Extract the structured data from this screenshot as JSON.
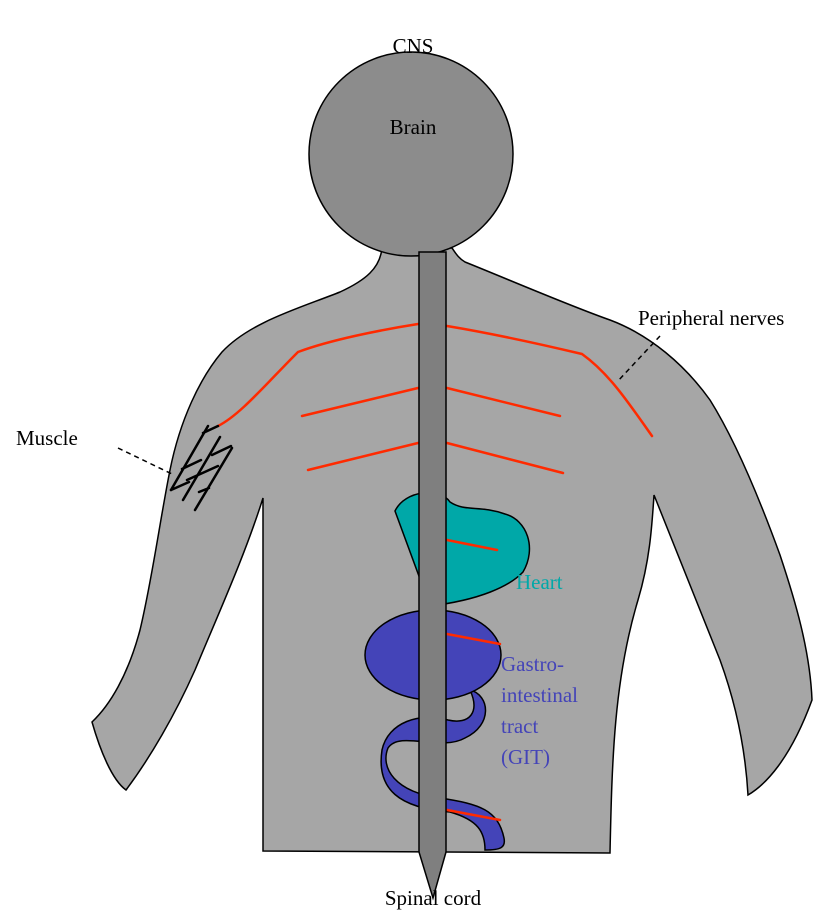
{
  "labels": {
    "cns": "CNS",
    "brain": "Brain",
    "peripheral_nerves": "Peripheral nerves",
    "muscle": "Muscle",
    "heart": "Heart",
    "git_line1": "Gastro-",
    "git_line2": "intestinal",
    "git_line3": "tract",
    "git_line4": "(GIT)",
    "spinal_cord": "Spinal cord"
  },
  "colors": {
    "body": "#a6a6a6",
    "head": "#8c8c8c",
    "spine": "#7f7f7f",
    "nerve": "#ff2a00",
    "heart": "#00a8a8",
    "git": "#4444b8",
    "outline": "#000000"
  }
}
